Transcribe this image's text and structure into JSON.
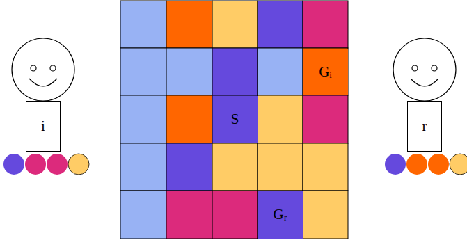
{
  "diagram": {
    "nodes": [
      {
        "text": [
          "i"
        ]
      },
      {
        "text": [
          "Gᵢ"
        ]
      },
      {
        "text": [
          "S"
        ]
      },
      {
        "text": [
          "Gᵣ"
        ]
      },
      {
        "text": [
          "r"
        ]
      }
    ]
  }
}
